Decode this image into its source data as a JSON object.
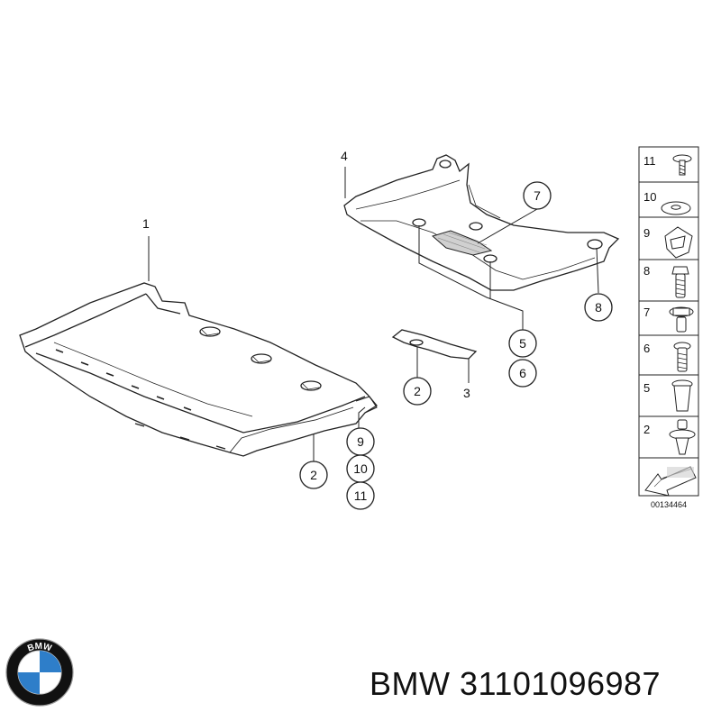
{
  "callouts": {
    "c1": "1",
    "c2a": "2",
    "c2b": "2",
    "c3": "3",
    "c4": "4",
    "c5": "5",
    "c6": "6",
    "c7": "7",
    "c8": "8",
    "c9": "9",
    "c10": "10",
    "c11": "11"
  },
  "legend": {
    "items": [
      "11",
      "10",
      "9",
      "8",
      "7",
      "6",
      "5",
      "2"
    ],
    "reference": "00134464"
  },
  "logo": {
    "text": "BMW",
    "colors": {
      "blue": "#2e7ec9",
      "white": "#ffffff",
      "ring": "#111111"
    }
  },
  "caption": {
    "brand": "BMW",
    "part_number": "31101096987"
  }
}
